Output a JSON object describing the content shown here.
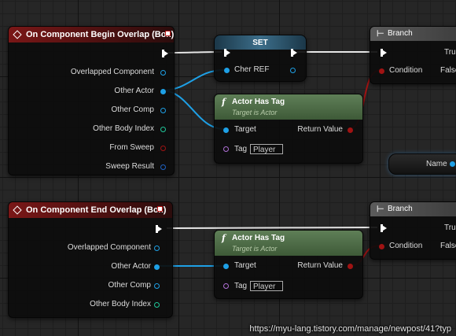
{
  "begin_node": {
    "title": "On Component Begin Overlap (Box)",
    "pins": [
      "Overlapped Component",
      "Other Actor",
      "Other Comp",
      "Other Body Index",
      "From Sweep",
      "Sweep Result"
    ]
  },
  "end_node": {
    "title": "On Component End Overlap (Box)",
    "pins": [
      "Overlapped Component",
      "Other Actor",
      "Other Comp",
      "Other Body Index"
    ]
  },
  "set_node": {
    "title": "SET",
    "var_label": "Cher REF"
  },
  "has_tag_1": {
    "title": "Actor Has Tag",
    "subtitle": "Target is Actor",
    "target": "Target",
    "return": "Return Value",
    "tag": "Tag",
    "tag_value": "Player"
  },
  "has_tag_2": {
    "title": "Actor Has Tag",
    "subtitle": "Target is Actor",
    "target": "Target",
    "return": "Return Value",
    "tag": "Tag",
    "tag_value": "Player"
  },
  "branch_1": {
    "title": "Branch",
    "condition": "Condition",
    "true_label": "True",
    "false_label": "False"
  },
  "branch_2": {
    "title": "Branch",
    "condition": "Condition",
    "true_label": "True",
    "false_label": "False"
  },
  "name_node": {
    "label": "Name"
  },
  "url_overlay": "https://myu-lang.tistory.com/manage/newpost/41?typ",
  "colors": {
    "object_pin": "#1ea0e6",
    "bool_pin": "#a01313",
    "int_pin": "#20c89a",
    "struct_pin": "#1f63c6",
    "string_pin": "#b070d6",
    "event_header": "#7a1717",
    "function_header": "#5f7f57"
  }
}
